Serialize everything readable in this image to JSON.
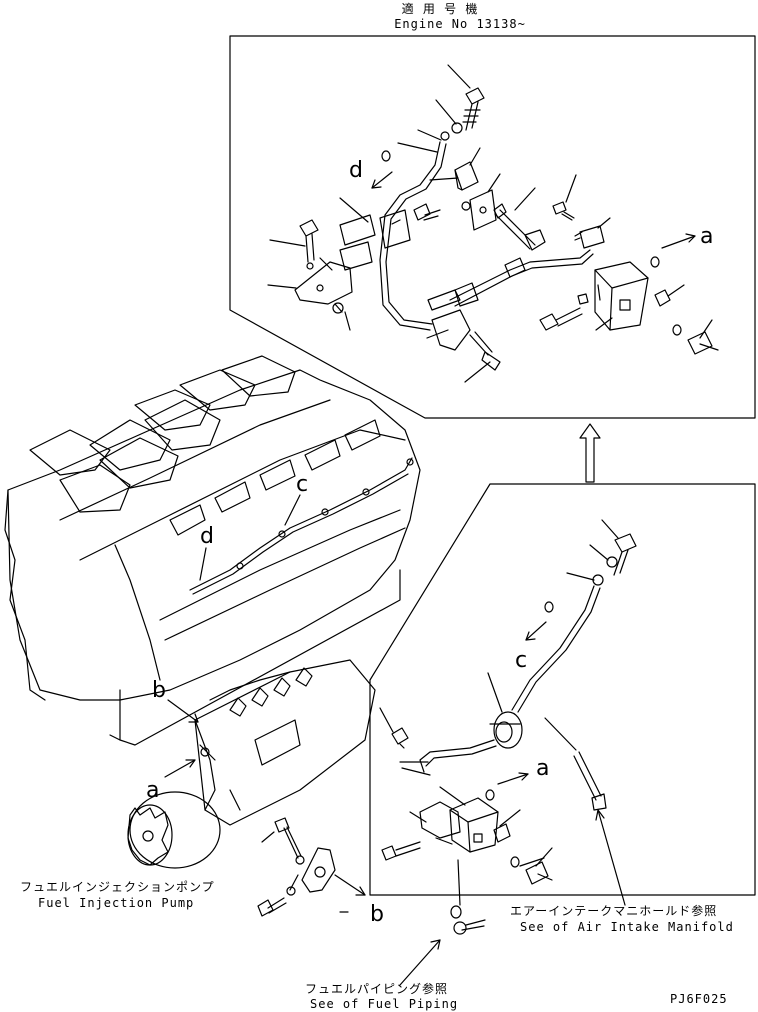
{
  "header": {
    "title_jp": "適 用 号 機",
    "title_en": "Engine No 13138~"
  },
  "callouts": {
    "a_top": "a",
    "a_left": "a",
    "a_mid": "a",
    "b_left": "b",
    "b_bottom": "b",
    "c_engine": "c",
    "c_inset": "c",
    "d_engine": "d",
    "d_inset": "d"
  },
  "labels": {
    "fuel_injection_pump_jp": "フュエルインジェクションポンプ",
    "fuel_injection_pump_en": "Fuel Injection Pump",
    "air_intake_manifold_jp": "エアーインテークマニホールド参照",
    "air_intake_manifold_en": "See of Air Intake Manifold",
    "fuel_piping_jp": "フュエルパイピング参照",
    "fuel_piping_en": "See of Fuel Piping",
    "drawing_code": "PJ6F025"
  },
  "colors": {
    "line": "#000000",
    "background": "#ffffff"
  }
}
